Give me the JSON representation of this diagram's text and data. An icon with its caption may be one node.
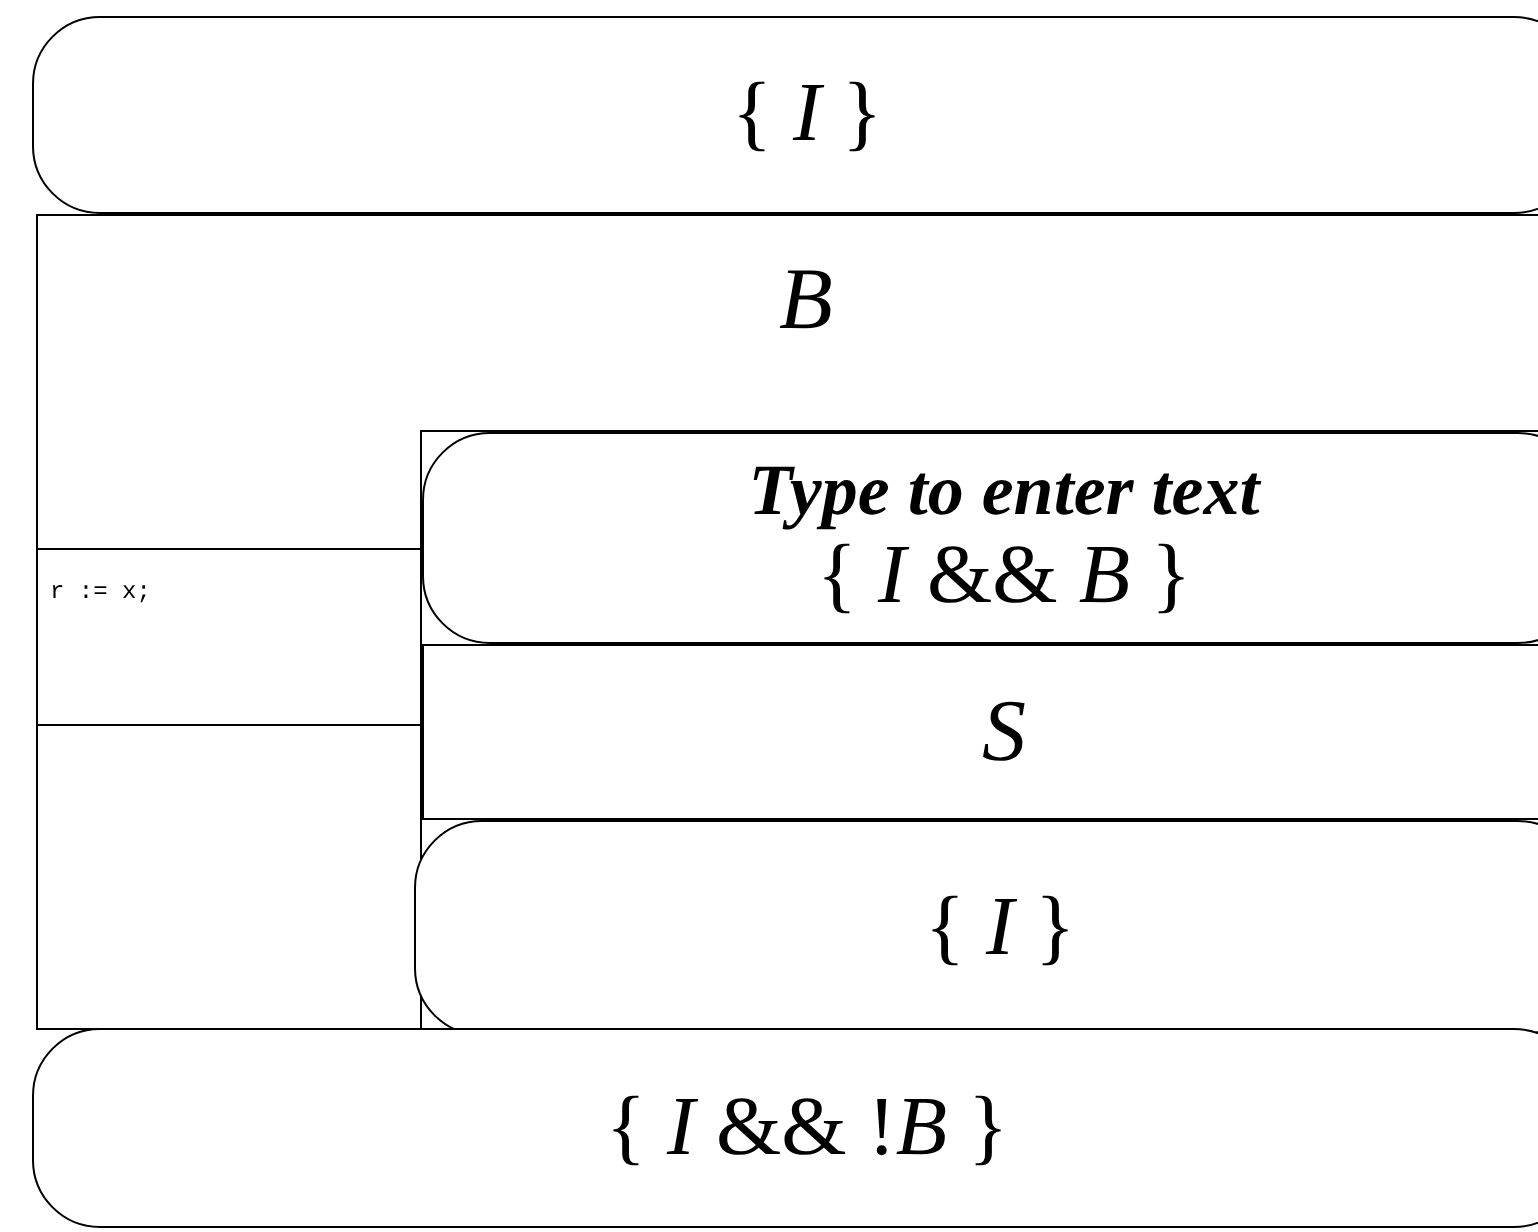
{
  "diagram": {
    "nodes": [
      {
        "text": [
          "{ *I* }"
        ]
      },
      {
        "text": [
          "B"
        ]
      },
      {
        "text": [],
        "shape": "box",
        "in": 1
      },
      {
        "text": [
          "Type to enter text",
          "{ *I* && *B* }"
        ],
        "in": 2
      },
      {
        "text": [
          "S"
        ],
        "in": 2
      },
      {
        "text": [
          "{ *I* }"
        ],
        "in": 2
      },
      {
        "text": [
          "r := x;"
        ],
        "in": 1
      },
      {
        "text": [
          "{ *I* && !*B* }"
        ]
      }
    ]
  }
}
